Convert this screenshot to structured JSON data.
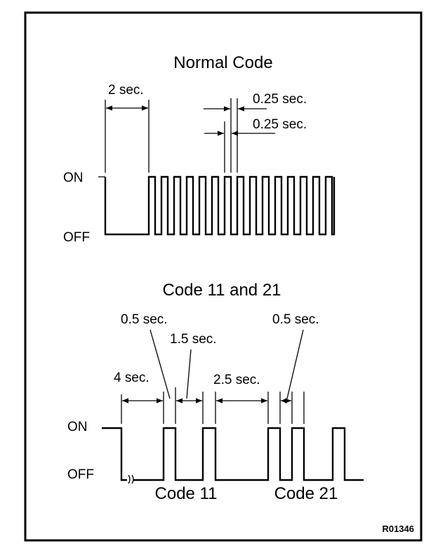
{
  "diagram": {
    "reference_code": "R01346",
    "colors": {
      "ink": "#000000",
      "background": "#ffffff"
    },
    "normal": {
      "title": "Normal Code",
      "on_label": "ON",
      "off_label": "OFF",
      "initial_off_label": "2 sec.",
      "on_duration_label": "0.25 sec.",
      "off_duration_label": "0.25 sec."
    },
    "codes": {
      "title": "Code 11 and 21",
      "on_label": "ON",
      "off_label": "OFF",
      "start_label": "4 sec.",
      "pulse_label": "0.5 sec.",
      "gap_label": "1.5 sec.",
      "separator_label": "2.5 sec.",
      "code21_pulse_label": "0.5 sec.",
      "code_a_label": "Code 11",
      "code_b_label": "Code 21"
    }
  }
}
